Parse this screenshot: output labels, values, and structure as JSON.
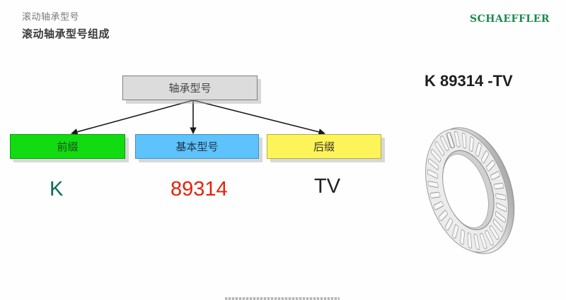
{
  "header": {
    "section_title": "滚动轴承型号",
    "slide_title": "滚动轴承型号组成",
    "logo_text": "SCHAEFFLER",
    "logo_color": "#1b8a4e"
  },
  "diagram": {
    "root": {
      "label": "轴承型号",
      "color": "#dcdcdc"
    },
    "children": [
      {
        "label": "前缀",
        "color": "#11dc11",
        "example": "K",
        "example_color": "#0b6b5a"
      },
      {
        "label": "基本型号",
        "color": "#5ec2fb",
        "example": "89314",
        "example_color": "#e8200e"
      },
      {
        "label": "后缀",
        "color": "#fdf45a",
        "example": "TV",
        "example_color": "#222222"
      }
    ]
  },
  "example": {
    "model_designation": "K 89314 -TV",
    "image": "thrust-needle-roller-bearing-icon"
  }
}
